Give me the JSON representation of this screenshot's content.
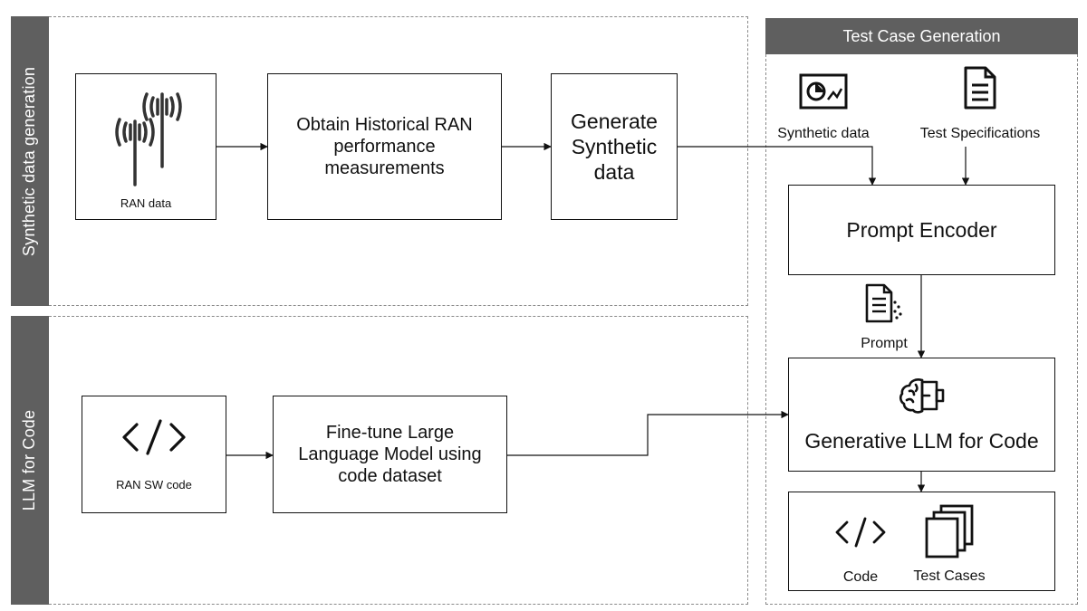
{
  "sections": {
    "synthetic_title": "Synthetic data generation",
    "llm_title": "LLM for Code",
    "test_title": "Test Case Generation"
  },
  "nodes": {
    "ran_data_label": "RAN data",
    "obtain_historical": "Obtain Historical RAN\nperformance\nmeasurements",
    "generate_synthetic": "Generate\nSynthetic\ndata",
    "ran_sw_code_label": "RAN SW code",
    "fine_tune": "Fine-tune Large\nLanguage Model using\ncode dataset",
    "synthetic_data_label": "Synthetic data",
    "test_specifications_label": "Test Specifications",
    "prompt_encoder": "Prompt Encoder",
    "prompt_label": "Prompt",
    "generative_llm": "Generative LLM for Code",
    "code_label": "Code",
    "test_cases_label": "Test Cases"
  },
  "icons": {
    "antenna": "antenna-icon",
    "code": "code-icon",
    "chart_doc": "chart-document-icon",
    "spec_doc": "document-icon",
    "prompt_doc": "prompt-document-icon",
    "brain": "brain-icon",
    "stack": "stack-icon"
  },
  "colors": {
    "band": "#5f5f5f",
    "line": "#111111",
    "dashed": "#8a8a8a"
  }
}
